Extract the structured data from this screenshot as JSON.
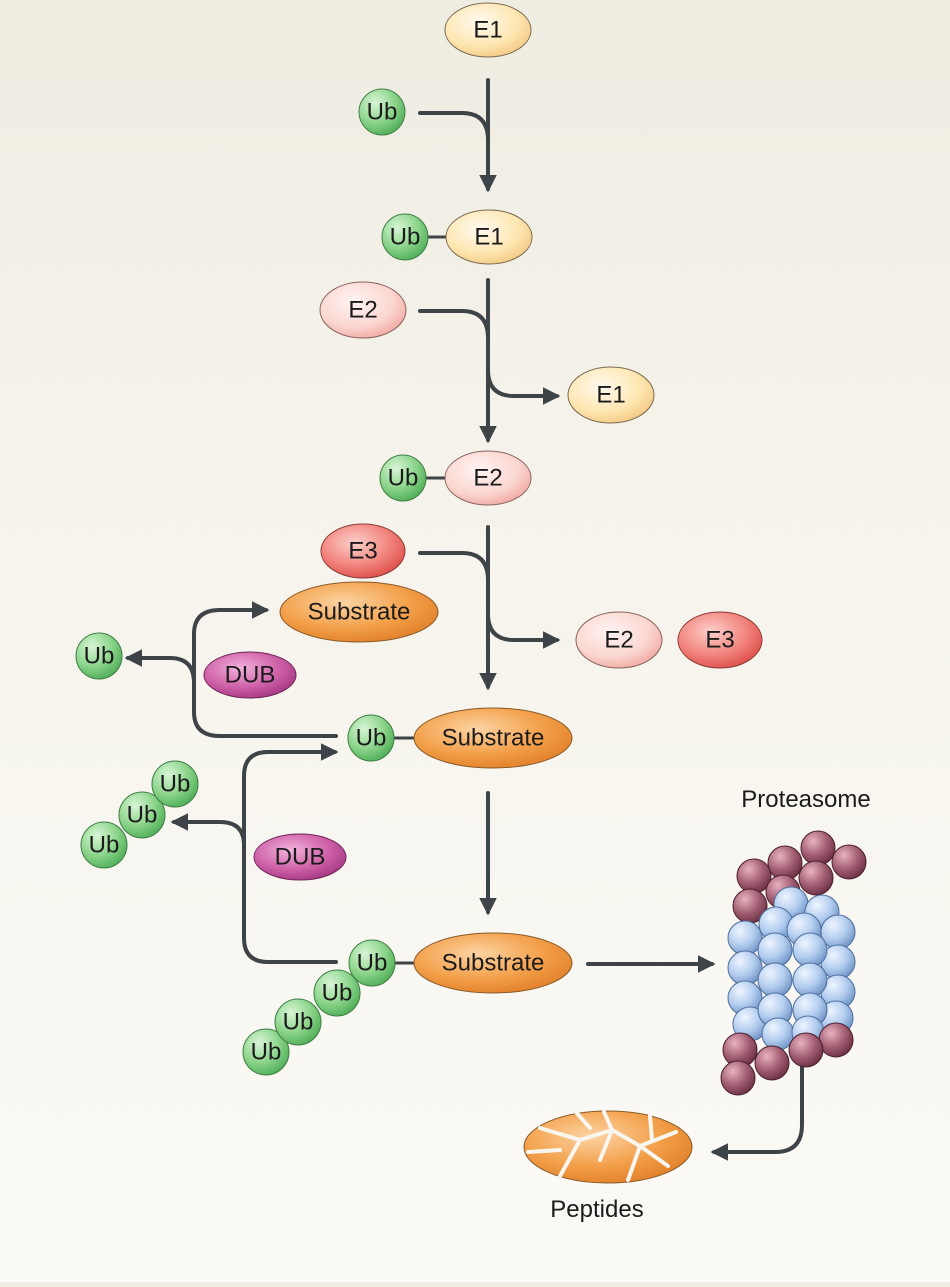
{
  "nodes": {
    "e1_top": "E1",
    "ub_1": "Ub",
    "ub_e1_ub": "Ub",
    "ub_e1_e1": "E1",
    "e2_in": "E2",
    "e1_out": "E1",
    "ub_e2_ub": "Ub",
    "ub_e2_e2": "E2",
    "e3_in": "E3",
    "substrate_in": "Substrate",
    "e2_out": "E2",
    "e3_out": "E3",
    "ub_free": "Ub",
    "dub_1": "DUB",
    "mono_ub": "Ub",
    "mono_substrate": "Substrate",
    "chain_free_1": "Ub",
    "chain_free_2": "Ub",
    "chain_free_3": "Ub",
    "dub_2": "DUB",
    "poly_ub_1": "Ub",
    "poly_ub_2": "Ub",
    "poly_ub_3": "Ub",
    "poly_ub_4": "Ub",
    "poly_substrate": "Substrate"
  },
  "labels": {
    "proteasome": "Proteasome",
    "peptides": "Peptides"
  },
  "colors": {
    "ub": "#8fd68e",
    "e1": "#fde6b0",
    "e2": "#fbd6d0",
    "e3": "#f2857e",
    "substrate": "#f3a04a",
    "dub": "#cf62a8",
    "proteasome_core": "#b3cdef",
    "proteasome_cap": "#a35f74",
    "arrow": "#3d4347"
  }
}
